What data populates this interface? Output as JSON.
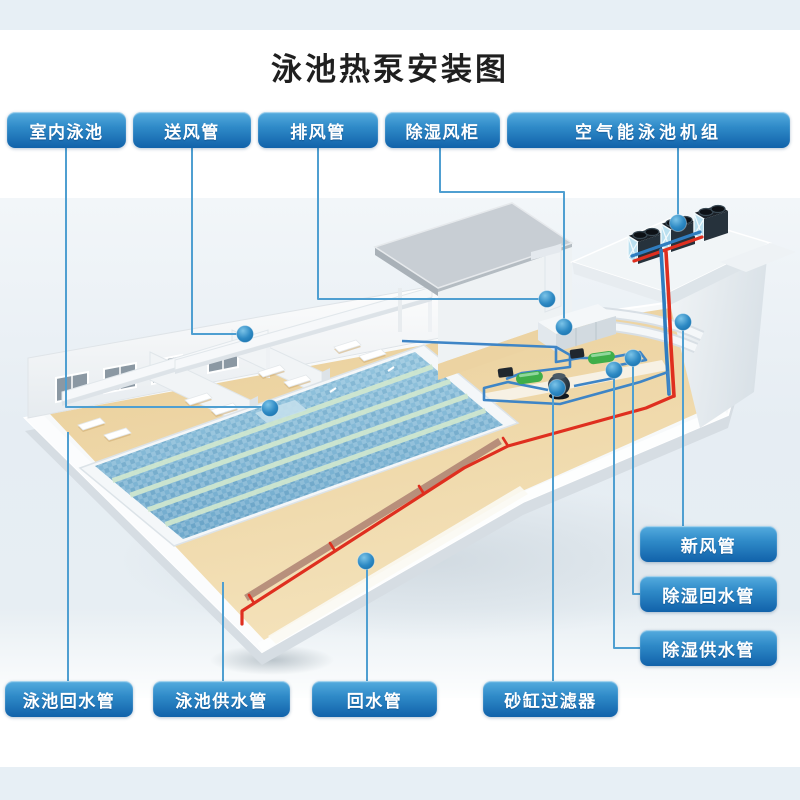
{
  "page": {
    "title": "泳池热泵安装图"
  },
  "colors": {
    "label_gradient_top": "#55acdf",
    "label_gradient_bottom": "#1162aa",
    "leader_line": "#4f9fd1",
    "leader_dot": "#2e8ac4",
    "band": "#e7eff5",
    "backdrop_top": "#f1f5f8",
    "backdrop_bottom": "#e2ebf2",
    "pool_water": "#8ec4de",
    "lane_line": "#d2e9cf",
    "deck": "#eed5a4",
    "supply_pipe_red": "#df2f1f",
    "return_pipe_blue": "#2f7dc0",
    "pump_green": "#3fae49"
  },
  "labels": {
    "top": [
      {
        "text": "室内泳池"
      },
      {
        "text": "送风管"
      },
      {
        "text": "排风管"
      },
      {
        "text": "除湿风柜"
      },
      {
        "text": "空气能泳池机组"
      }
    ],
    "right": [
      {
        "text": "新风管"
      },
      {
        "text": "除湿回水管"
      },
      {
        "text": "除湿供水管"
      }
    ],
    "bottom": [
      {
        "text": "泳池回水管"
      },
      {
        "text": "泳池供水管"
      },
      {
        "text": "回水管"
      },
      {
        "text": "砂缸过滤器"
      }
    ]
  }
}
